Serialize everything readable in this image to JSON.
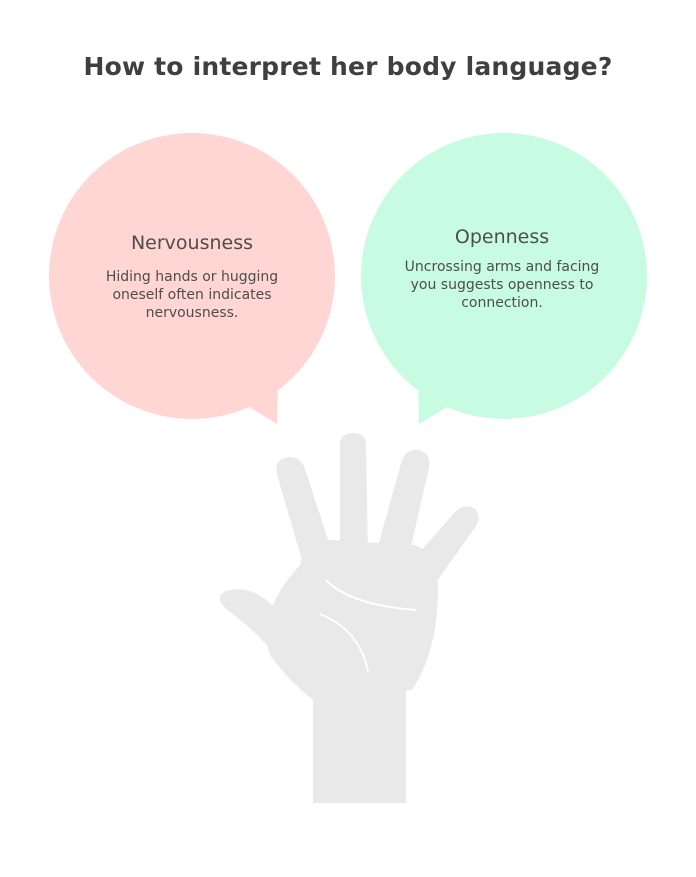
{
  "title": "How to interpret her body language?",
  "colors": {
    "left_bubble": "#ffd6d3",
    "right_bubble": "#c8fce2",
    "hand": "#e9e9e9",
    "text": "#4a4a4a"
  },
  "bubbles": [
    {
      "heading": "Nervousness",
      "body": "Hiding hands or hugging oneself often indicates nervousness."
    },
    {
      "heading": "Openness",
      "body": "Uncrossing arms and facing you suggests openness to connection."
    }
  ],
  "icons": {
    "hand": "open-hand-icon"
  }
}
